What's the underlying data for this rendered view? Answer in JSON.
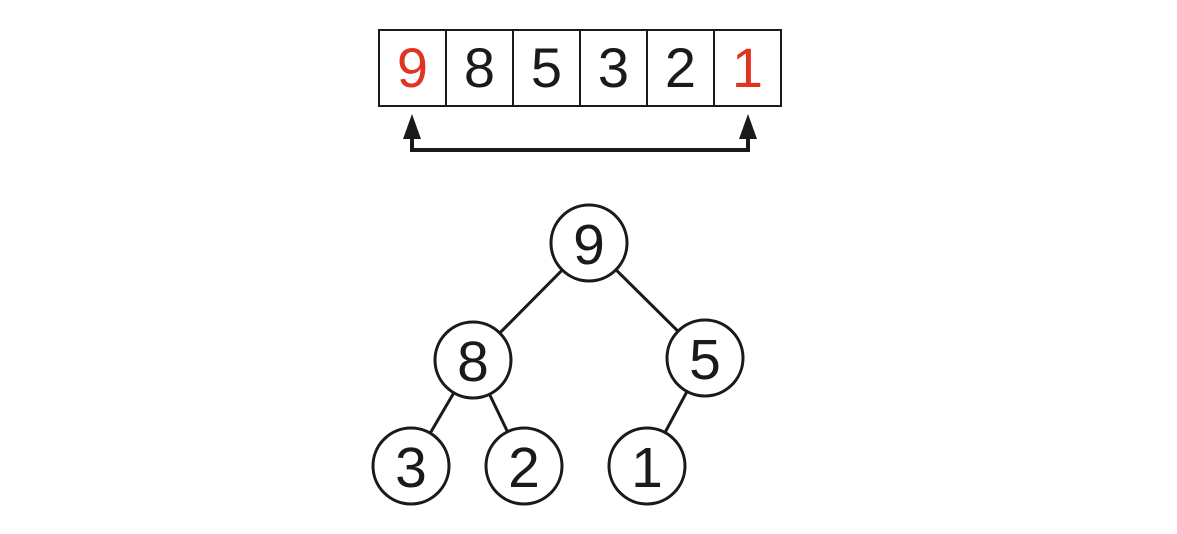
{
  "colors": {
    "ink": "#1a1a1a",
    "highlight": "#e23320",
    "background": "#ffffff"
  },
  "array": {
    "cells": [
      {
        "value": "9",
        "highlighted": true
      },
      {
        "value": "8",
        "highlighted": false
      },
      {
        "value": "5",
        "highlighted": false
      },
      {
        "value": "3",
        "highlighted": false
      },
      {
        "value": "2",
        "highlighted": false
      },
      {
        "value": "1",
        "highlighted": true
      }
    ]
  },
  "swap_arrow": {
    "type": "double-headed",
    "from_value": "9",
    "to_value": "1",
    "from_index": 0,
    "to_index": 5
  },
  "tree": {
    "nodes": [
      {
        "value": "9",
        "highlighted": true
      },
      {
        "value": "8",
        "highlighted": false
      },
      {
        "value": "5",
        "highlighted": false
      },
      {
        "value": "3",
        "highlighted": false
      },
      {
        "value": "2",
        "highlighted": false
      },
      {
        "value": "1",
        "highlighted": true
      }
    ],
    "edges": [
      [
        "9",
        "8"
      ],
      [
        "9",
        "5"
      ],
      [
        "8",
        "3"
      ],
      [
        "8",
        "2"
      ],
      [
        "5",
        "1"
      ]
    ]
  }
}
